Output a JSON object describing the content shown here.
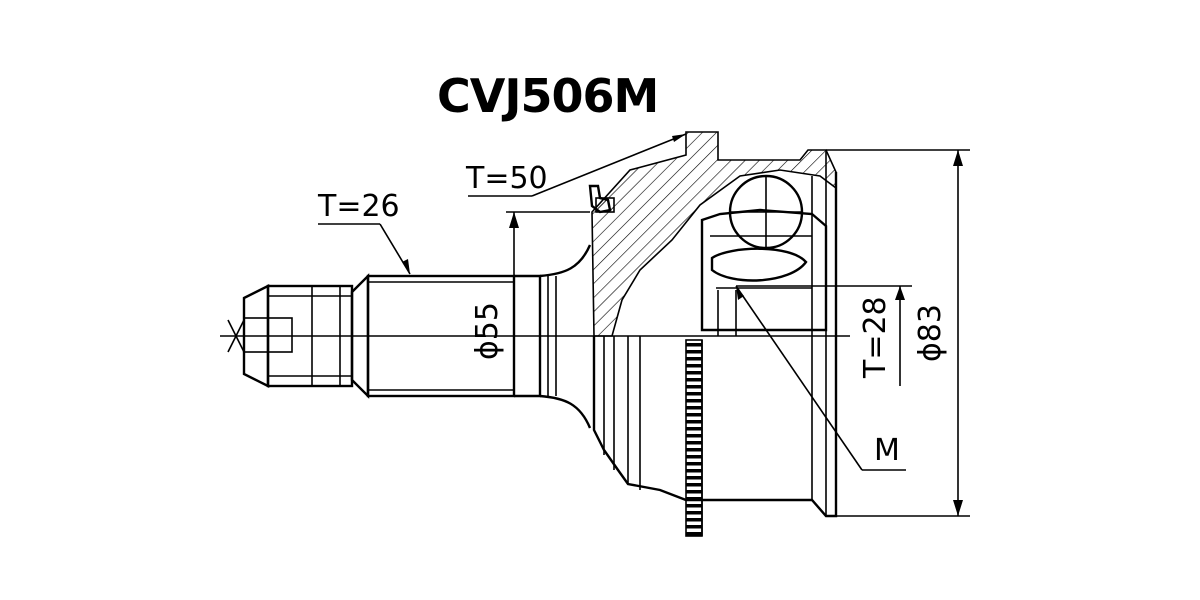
{
  "drawing": {
    "part_number": "CVJ506M",
    "labels": {
      "outer_thread": "T=26",
      "shaft_seal": "T=50",
      "shaft_diameter": "ϕ55",
      "inner_spline": "T=28",
      "outer_diameter": "ϕ83",
      "nut_marker": "M"
    }
  }
}
